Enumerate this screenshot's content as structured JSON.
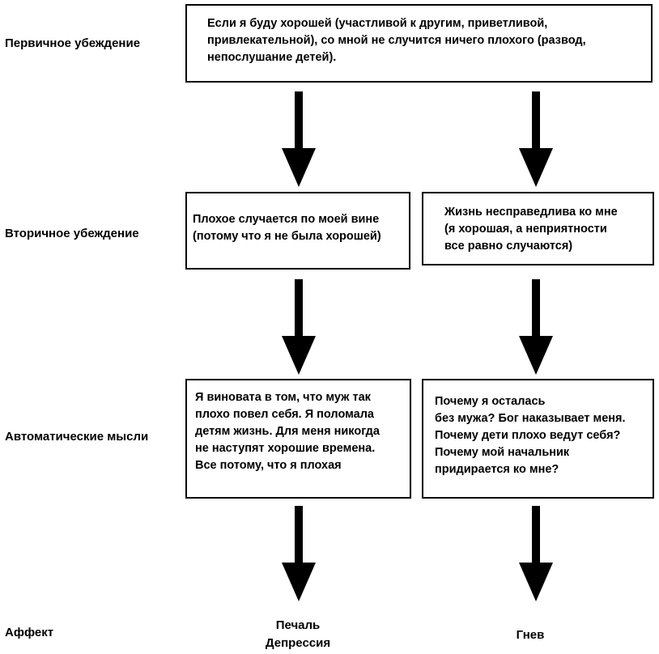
{
  "row_labels": {
    "primary": "Первичное убеждение",
    "secondary": "Вторичное убеждение",
    "automatic": "Автоматические мысли",
    "affect": "Аффект"
  },
  "primary_belief": {
    "lines": [
      "Если я буду хорошей (участливой к другим, приветливой,",
      "привлекательной), со мной не случится ничего плохого (развод,",
      "непослушание детей)."
    ]
  },
  "left_branch": {
    "secondary_belief": [
      "Плохое случается по моей вине",
      "(потому что я не была хорошей)"
    ],
    "automatic_thoughts": [
      "Я виновата в том, что муж так",
      "плохо повел себя. Я поломала",
      "детям жизнь. Для меня никогда",
      "не наступят хорошие времена.",
      "Все потому, что я плохая"
    ],
    "affect": [
      "Печаль",
      "Депрессия"
    ]
  },
  "right_branch": {
    "secondary_belief": [
      "Жизнь несправедлива ко мне",
      "(я хорошая, а неприятности",
      "все равно случаются)"
    ],
    "automatic_thoughts": [
      "Почему я осталась",
      "без мужа? Бог наказывает меня.",
      "Почему дети плохо ведут себя?",
      "Почему мой начальник",
      "придирается ко мне?"
    ],
    "affect": [
      "Гнев"
    ]
  }
}
